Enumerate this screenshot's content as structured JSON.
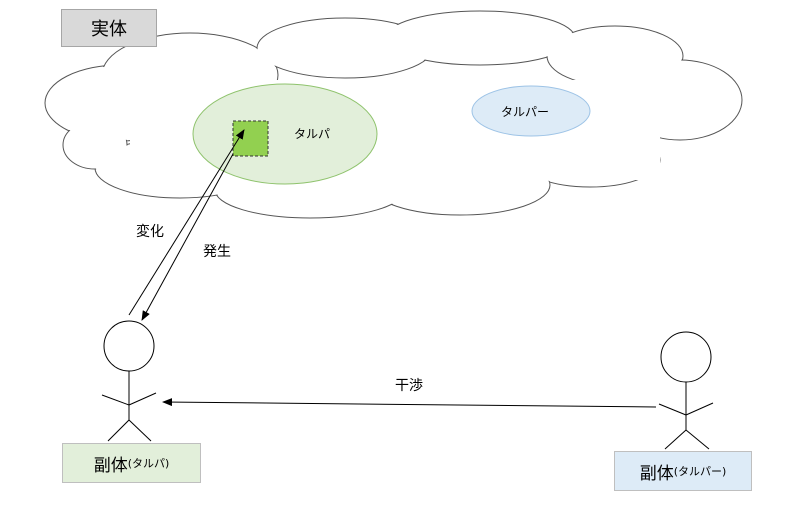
{
  "title": "実体",
  "tulpa": {
    "label": "タルパ"
  },
  "tulper": {
    "label": "タルパー"
  },
  "arrows": {
    "change": "変化",
    "occurrence": "発生",
    "interference": "干渉"
  },
  "left_actor": {
    "main": "副体",
    "sub": "(タルパ)"
  },
  "right_actor": {
    "main": "副体",
    "sub": "(タルパー)"
  },
  "colors": {
    "cloud_fill": "#ffffff",
    "tulpa_fill": "#e2efda",
    "tulpa_stroke": "#8fc36d",
    "small_square": "#92d050",
    "tulper_fill": "#ddebf7",
    "tulper_stroke": "#9dc3e6",
    "title_bg": "#d9d9d9"
  }
}
